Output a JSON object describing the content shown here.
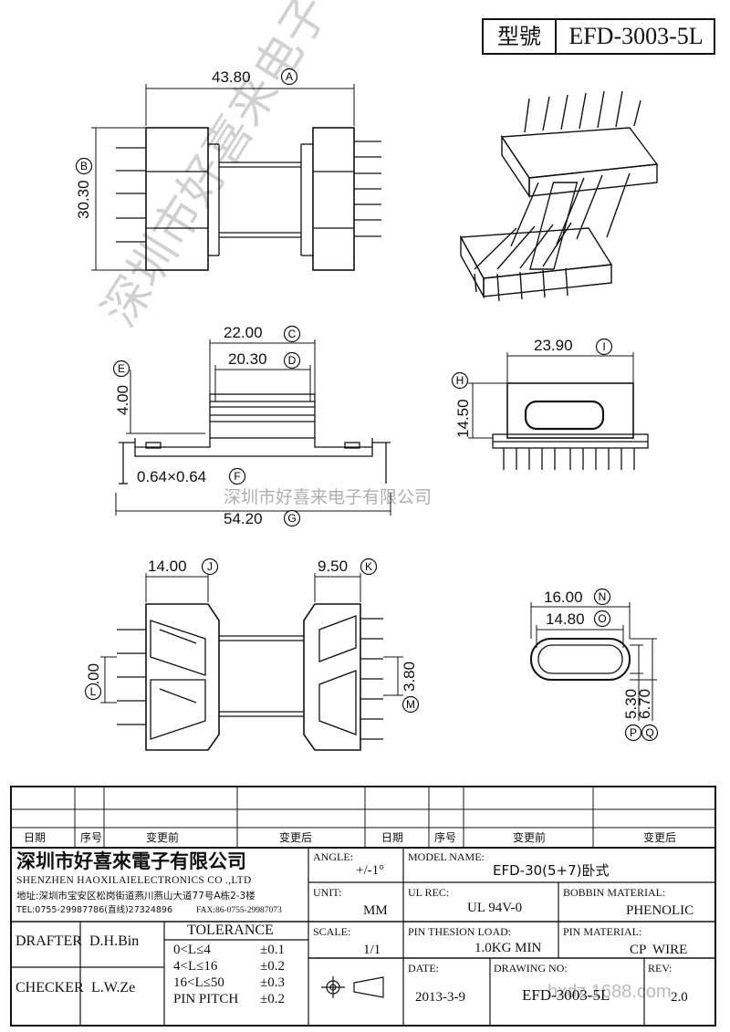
{
  "title": {
    "label": "型號",
    "value": "EFD-3003-5L"
  },
  "dimensions": {
    "a": "43.80",
    "b": "30.30",
    "c": "22.00",
    "d": "20.30",
    "e": "4.00",
    "f": "0.64×0.64",
    "g": "54.20",
    "h": "14.50",
    "i": "23.90",
    "j": "14.00",
    "k": "9.50",
    "l": "5.00",
    "m": "3.80",
    "n": "16.00",
    "o": "14.80",
    "p": "5.30",
    "q": "6.70"
  },
  "markers": {
    "a": "A",
    "b": "B",
    "c": "C",
    "d": "D",
    "e": "E",
    "f": "F",
    "g": "G",
    "h": "H",
    "i": "I",
    "j": "J",
    "k": "K",
    "l": "L",
    "m": "M",
    "n": "N",
    "o": "O",
    "p": "P",
    "q": "Q"
  },
  "watermark": {
    "diagonal": "深圳市好喜来电子有限公司",
    "horizontal": "深圳市好喜来电子有限公司",
    "url": "hxdz.1688.com"
  },
  "revision_table": {
    "headers": [
      "日期",
      "序号",
      "变更前",
      "变更后",
      "日期",
      "序号",
      "变更前",
      "变更后"
    ]
  },
  "company": {
    "name_cn": "深圳市好喜來電子有限公司",
    "name_en": "SHENZHEN HAOXILAIELECTRONICS CO .,LTD",
    "address": "地址:深圳市宝安区松岗街道燕川燕山大道77号A栋2-3楼",
    "tel": "TEL:0755-29987786(直线)27324896",
    "fax": "FAX:86-0755-29987073"
  },
  "spec": {
    "angle_label": "ANGLE:",
    "angle_value": "+/-1°",
    "model_label": "MODEL NAME:",
    "model_value": "EFD-30(5+7)卧式",
    "unit_label": "UNIT:",
    "unit_value": "MM",
    "ulrec_label": "UL REC:",
    "ulrec_value": "UL 94V-0",
    "bobbin_label": "BOBBIN MATERIAL:",
    "bobbin_value": "PHENOLIC",
    "scale_label": "SCALE:",
    "scale_value": "1/1",
    "pin_load_label": "PIN THESION LOAD:",
    "pin_load_value": "1.0KG MIN",
    "pin_material_label": "PIN MATERIAL:",
    "pin_material_value": "CP  WIRE",
    "date_label": "DATE:",
    "date_value": "2013-3-9",
    "drawing_label": "DRAWING NO:",
    "drawing_value": "EFD-3003-5L",
    "rev_label": "REV:",
    "rev_value": "2.0"
  },
  "tolerance": {
    "title": "TOLERANCE",
    "rows": [
      {
        "range": "0<L≤4",
        "value": "±0.1"
      },
      {
        "range": "4<L≤16",
        "value": "±0.2"
      },
      {
        "range": "16<L≤50",
        "value": "±0.3"
      },
      {
        "range": "PIN PITCH",
        "value": "±0.2"
      }
    ]
  },
  "people": {
    "drafter_label": "DRAFTER",
    "drafter_value": "D.H.Bin",
    "checker_label": "CHECKER",
    "checker_value": "L.W.Ze"
  }
}
